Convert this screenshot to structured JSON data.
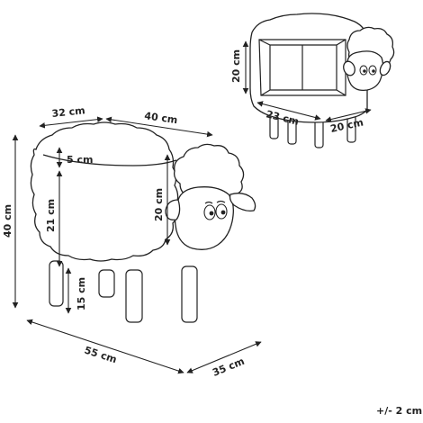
{
  "dimensions": {
    "main_width_top": "32 cm",
    "main_length_top": "40 cm",
    "main_lid_thickness": "5 cm",
    "main_body_height": "21 cm",
    "main_head_height": "20 cm",
    "main_total_height": "40 cm",
    "main_leg_height": "15 cm",
    "main_total_length": "55 cm",
    "main_total_depth": "35 cm",
    "open_storage_height": "20 cm",
    "open_storage_length": "23 cm",
    "open_storage_depth": "20 cm"
  },
  "tolerance": "+/- 2 cm",
  "colors": {
    "ink": "#222222",
    "background": "#ffffff"
  }
}
